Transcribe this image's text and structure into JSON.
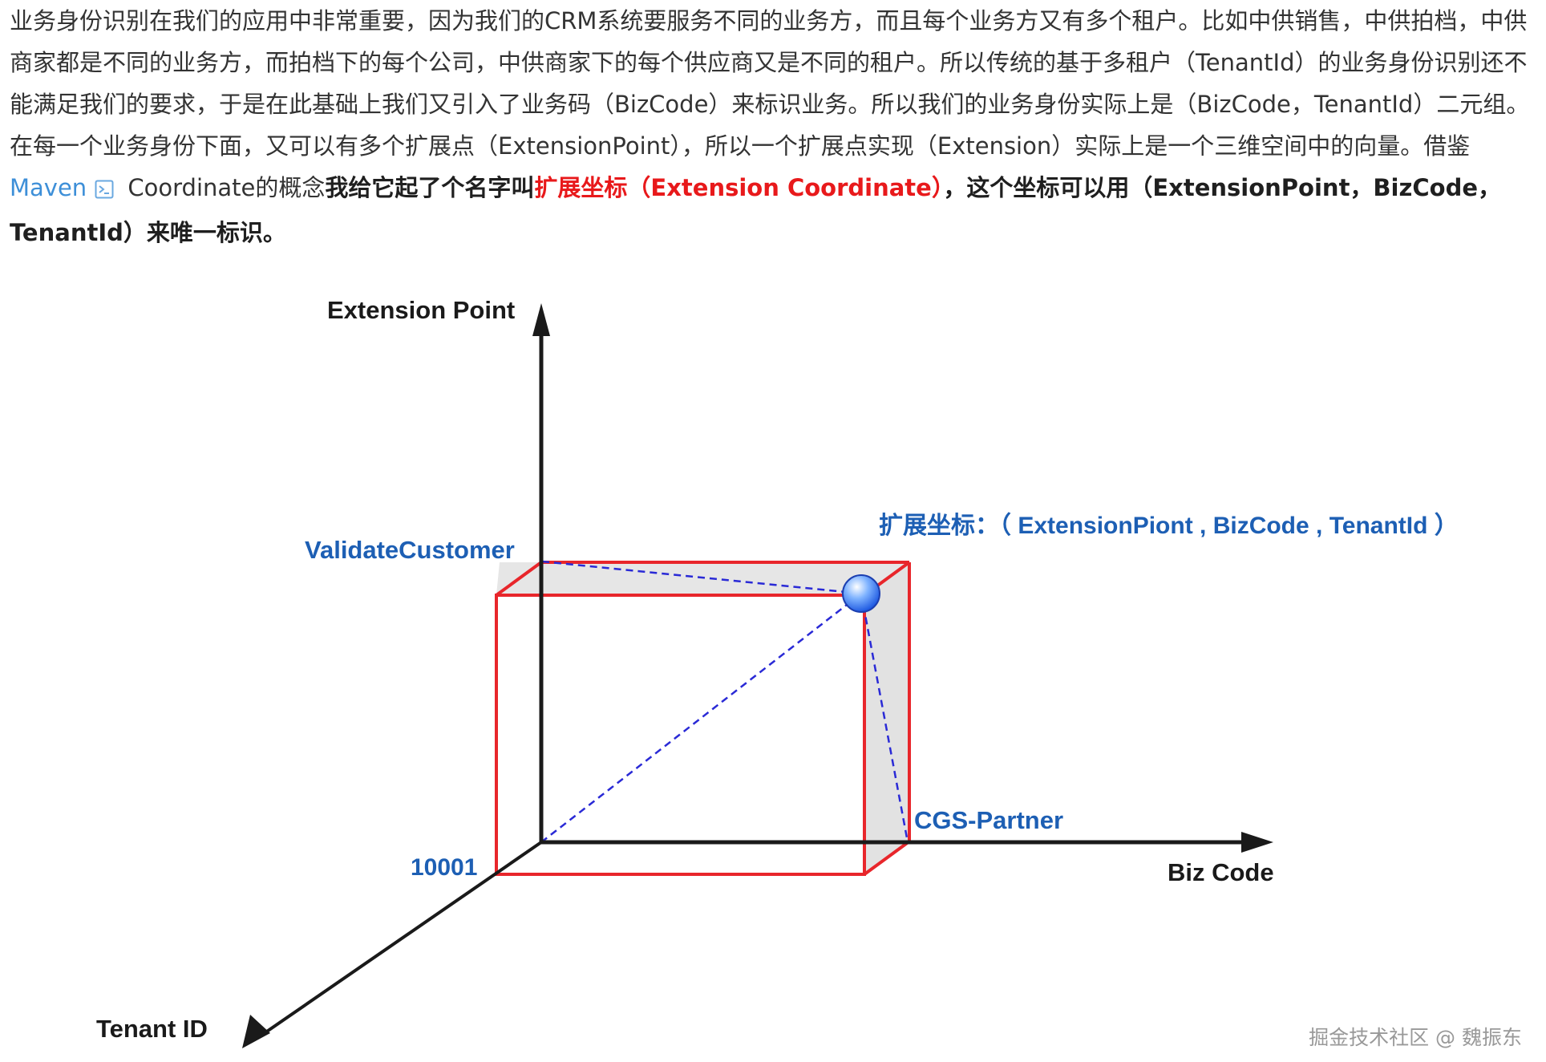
{
  "article": {
    "intro": "业务身份识别在我们的应用中非常重要，因为我们的CRM系统要服务不同的业务方，而且每个业务方又有多个租户。比如中供销售，中供拍档，中供商家都是不同的业务方，而拍档下的每个公司，中供商家下的每个供应商又是不同的租户。所以传统的基于多租户（TenantId）的业务身份识别还不能满足我们的要求，于是在此基础上我们又引入了业务码（BizCode）来标识业务。所以我们的业务身份实际上是（BizCode，TenantId）二元组。在每一个业务身份下面，又可以有多个扩展点（ExtensionPoint），所以一个扩展点实现（Extension）实际上是一个三维空间中的向量。借鉴",
    "link_text": "Maven",
    "after_link": " Coordinate的概念",
    "bold_text": "我给它起了个名字叫",
    "red_text": "扩展坐标（Extension Coordinate）",
    "bold_end": "，这个坐标可以用（ExtensionPoint，BizCode，TenantId）来唯一标识。"
  },
  "diagram": {
    "y_axis_label": "Extension Point",
    "x_axis_label": "Biz Code",
    "z_axis_label": "Tenant ID",
    "y_point_label": "ValidateCustomer",
    "x_point_label": "CGS-Partner",
    "z_point_label": "10001",
    "coord_label": "扩展坐标：（ ExtensionPiont , BizCode , TenantId ）",
    "colors": {
      "box": "#e8262b",
      "dash": "#2a2ad6",
      "label": "#1d5fb4",
      "axis": "#1a1a1a",
      "face": "#e4e4e4"
    }
  },
  "watermark": "掘金技术社区 @ 魏振东"
}
